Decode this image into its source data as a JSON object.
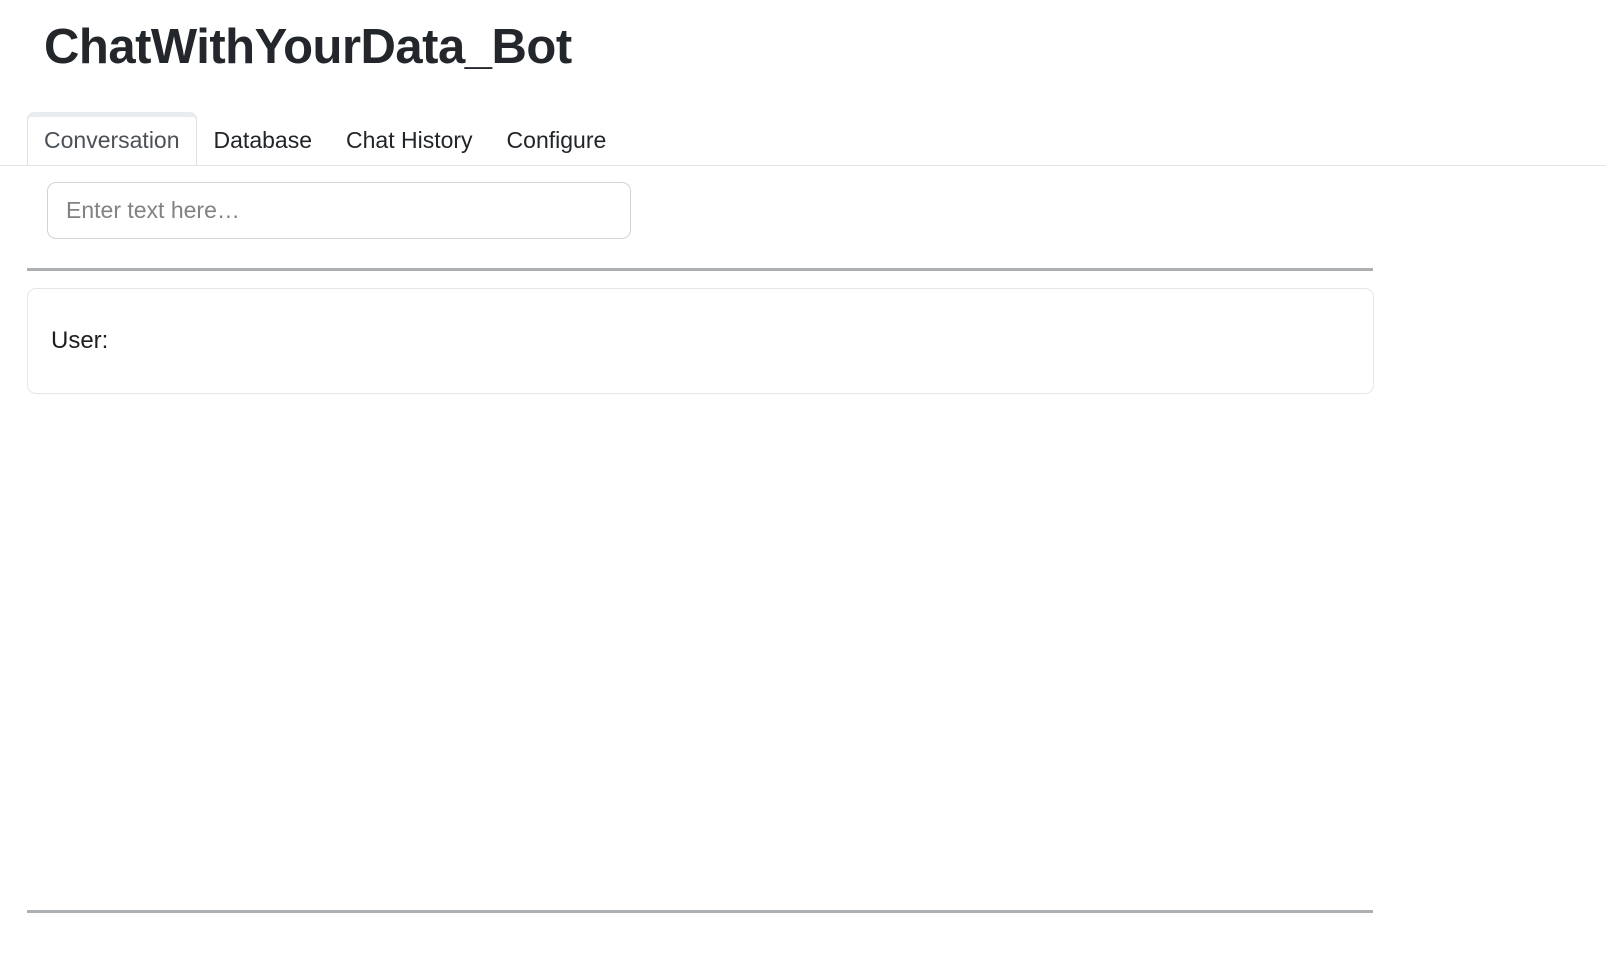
{
  "app": {
    "title": "ChatWithYourData_Bot",
    "background_color": "#ffffff",
    "text_color": "#212529"
  },
  "tabs": {
    "active": "Conversation",
    "items": [
      {
        "label": "Conversation",
        "active": true
      },
      {
        "label": "Database",
        "active": false
      },
      {
        "label": "Chat History",
        "active": false
      },
      {
        "label": "Configure",
        "active": false
      }
    ]
  },
  "query": {
    "input_value": "",
    "placeholder": "Enter text here…"
  },
  "conversation": {
    "messages": [
      {
        "role_label": "User:",
        "text": ""
      }
    ]
  },
  "colors": {
    "active_tab_strip": "#e9ecef",
    "tab_border": "#dfe2e5",
    "input_border": "#ced4da",
    "rule": "#adb0b3",
    "box_border": "#e4e6e8",
    "placeholder": "#808284"
  }
}
